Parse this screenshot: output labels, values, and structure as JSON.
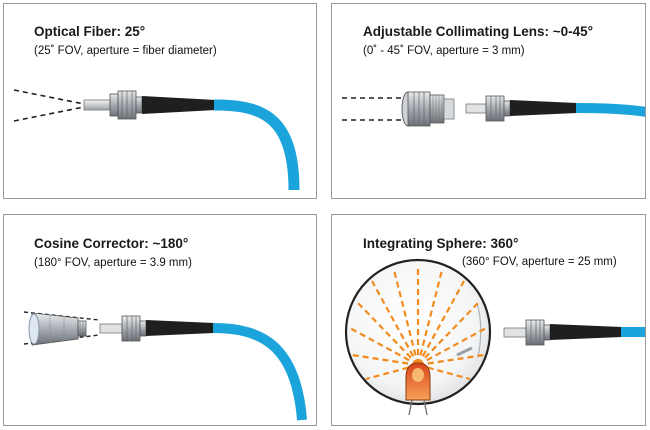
{
  "panels": {
    "optical_fiber": {
      "title": "Optical Fiber: 25°",
      "subtitle": "(25˚ FOV, aperture = fiber diameter)"
    },
    "collimating_lens": {
      "title": "Adjustable Collimating Lens: ~0-45°",
      "subtitle": "(0˚ - 45˚ FOV, aperture = 3 mm)"
    },
    "cosine_corrector": {
      "title": "Cosine Corrector: ~180°",
      "subtitle": "(180° FOV, aperture = 3.9 mm)"
    },
    "integrating_sphere": {
      "title": "Integrating Sphere: 360°",
      "subtitle": "(360° FOV, aperture = 25 mm)"
    }
  },
  "colors": {
    "fiber_cable": "#1ba3dc",
    "ray_lines": "#f28a1e",
    "connector": "#9aa0a6",
    "boot": "#1f1f1f",
    "lamp": "#e85a1a"
  }
}
